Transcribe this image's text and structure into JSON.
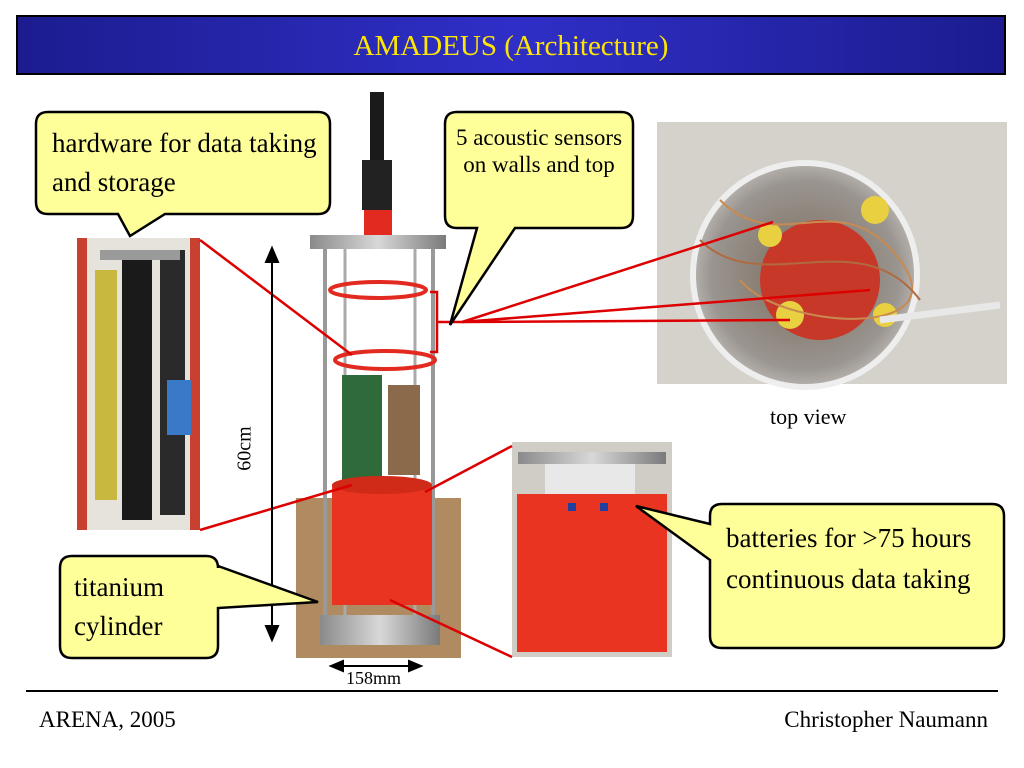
{
  "slide": {
    "title": "AMADEUS (Architecture)",
    "callouts": {
      "hardware": "hardware for data taking and storage",
      "sensors": "5 acoustic sensors on walls and top",
      "batteries": "batteries for >75 hours continuous data taking",
      "cylinder": "titanium cylinder"
    },
    "labels": {
      "top_view": "top view",
      "height": "60cm",
      "width": "158mm"
    },
    "footer": {
      "left": "ARENA, 2005",
      "right": "Christopher Naumann"
    }
  },
  "colors": {
    "title_text": "#ffe600",
    "title_bar": "#2a2ab8",
    "callout_fill": "#ffff99",
    "pointer_line": "#dd0000",
    "housing_red": "#e83420"
  }
}
